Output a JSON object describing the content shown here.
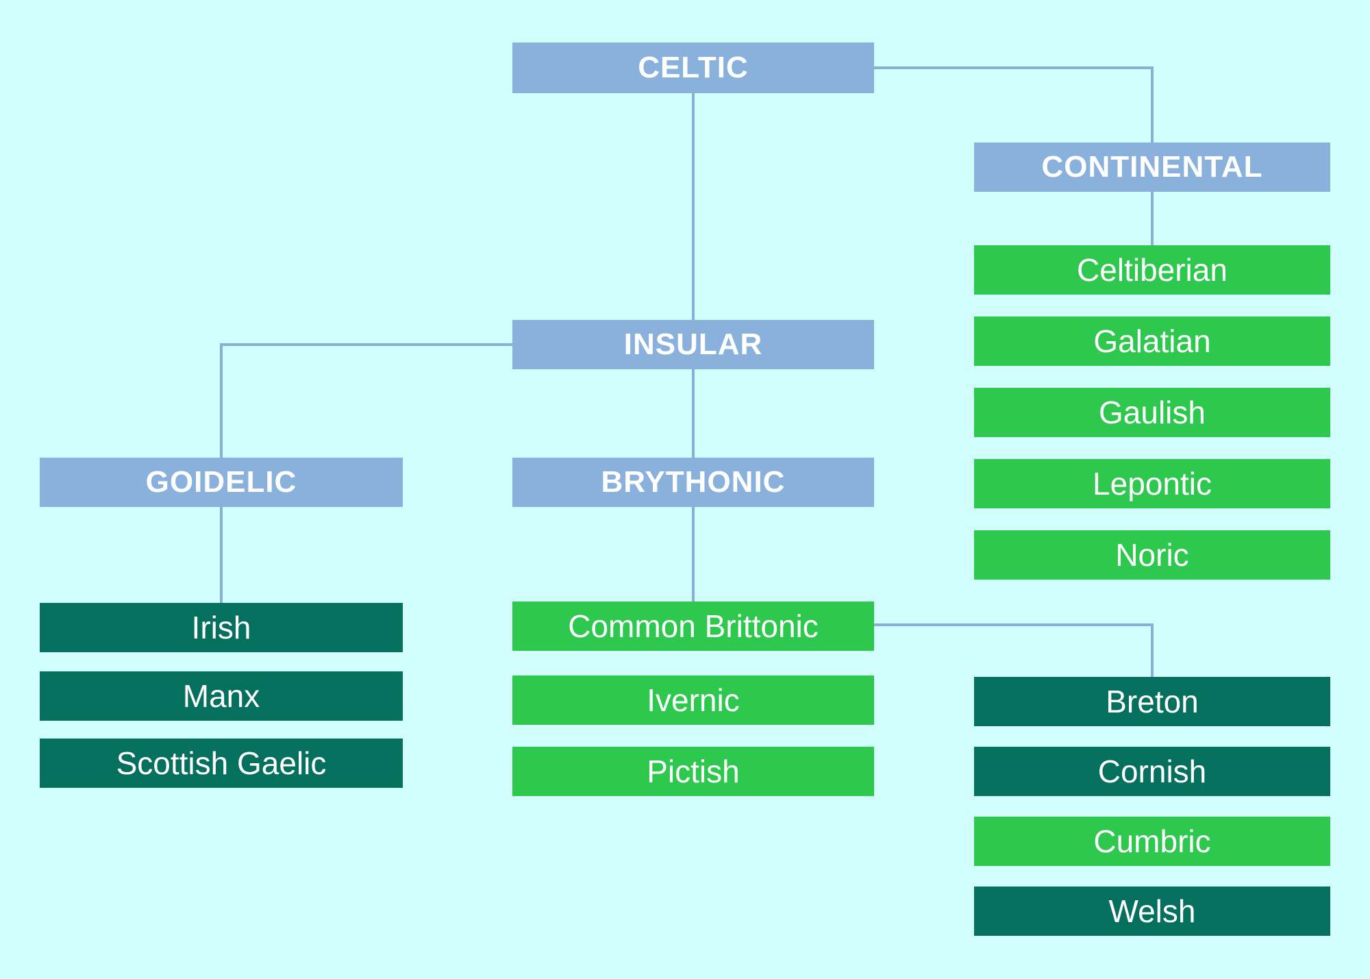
{
  "diagram": {
    "subject": "Celtic language family tree"
  },
  "colors": {
    "background": "#d2fdfd",
    "heading_box": "#8ab1dc",
    "green_box": "#2dc84d",
    "teal_box": "#05705e",
    "connector": "#8aafd7",
    "text": "#ffffff"
  },
  "nodes": {
    "celtic": {
      "label": "CELTIC"
    },
    "continental": {
      "label": "CONTINENTAL"
    },
    "insular": {
      "label": "INSULAR"
    },
    "goidelic": {
      "label": "GOIDELIC"
    },
    "brythonic": {
      "label": "BRYTHONIC"
    },
    "celtiberian": {
      "label": "Celtiberian"
    },
    "galatian": {
      "label": "Galatian"
    },
    "gaulish": {
      "label": "Gaulish"
    },
    "lepontic": {
      "label": "Lepontic"
    },
    "noric": {
      "label": "Noric"
    },
    "irish": {
      "label": "Irish"
    },
    "manx": {
      "label": "Manx"
    },
    "scottish_gaelic": {
      "label": "Scottish Gaelic"
    },
    "common_brittonic": {
      "label": "Common Brittonic"
    },
    "ivernic": {
      "label": "Ivernic"
    },
    "pictish": {
      "label": "Pictish"
    },
    "breton": {
      "label": "Breton"
    },
    "cornish": {
      "label": "Cornish"
    },
    "cumbric": {
      "label": "Cumbric"
    },
    "welsh": {
      "label": "Welsh"
    }
  }
}
